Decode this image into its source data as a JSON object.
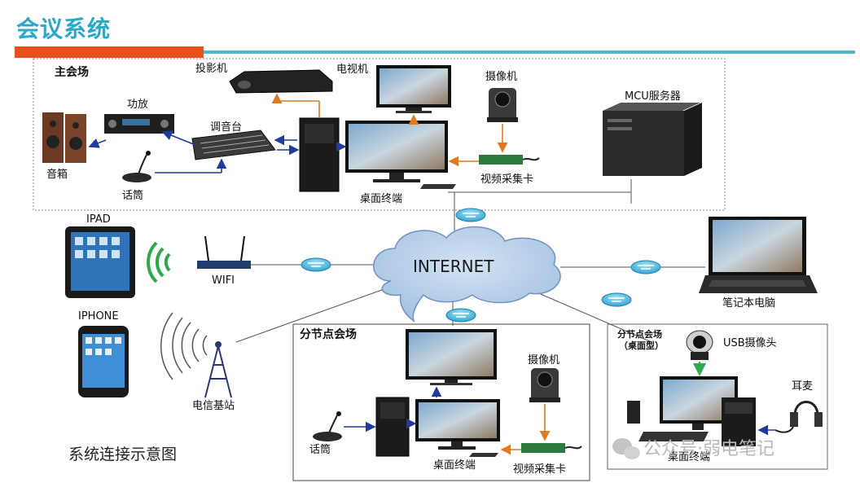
{
  "title": "会议系统",
  "caption": "系统连接示意图",
  "internet": "INTERNET",
  "main_venue": {
    "title": "主会场",
    "projector": "投影机",
    "tv": "电视机",
    "camera": "摄像机",
    "mcu": "MCU服务器",
    "amplifier": "功放",
    "mixer": "调音台",
    "speaker": "音箱",
    "microphone": "话筒",
    "terminal": "桌面终端",
    "capture_card": "视频采集卡"
  },
  "left_devices": {
    "ipad": "IPAD",
    "iphone": "IPHONE",
    "wifi": "WIFI",
    "base_station": "电信基站"
  },
  "laptop": "笔记本电脑",
  "branch_venue": {
    "title": "分节点会场",
    "camera": "摄像机",
    "microphone": "话筒",
    "terminal": "桌面终端",
    "capture_card": "视频采集卡"
  },
  "desktop_branch": {
    "title_line1": "分节点会场",
    "title_line2": "（桌面型）",
    "usb_camera": "USB摄像头",
    "headset": "耳麦",
    "terminal": "桌面终端"
  },
  "watermark": "公众号·弱电笔记"
}
